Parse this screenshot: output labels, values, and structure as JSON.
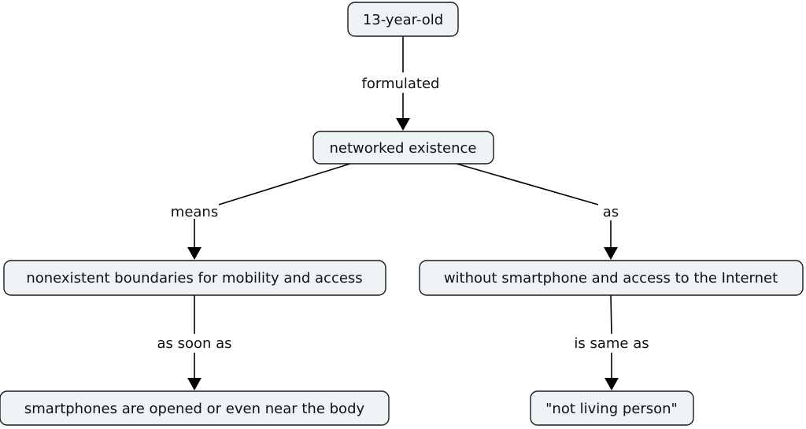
{
  "nodes": {
    "root": "13-year-old",
    "networked": "networked existence",
    "boundaries": "nonexistent boundaries for mobility and access",
    "without": "without smartphone and access to the Internet",
    "smartphones": "smartphones are opened or even near the body",
    "notliving": "\"not living person\""
  },
  "links": {
    "formulated": "formulated",
    "means": "means",
    "as": "as",
    "as_soon_as": "as soon as",
    "is_same_as": "is same as"
  }
}
